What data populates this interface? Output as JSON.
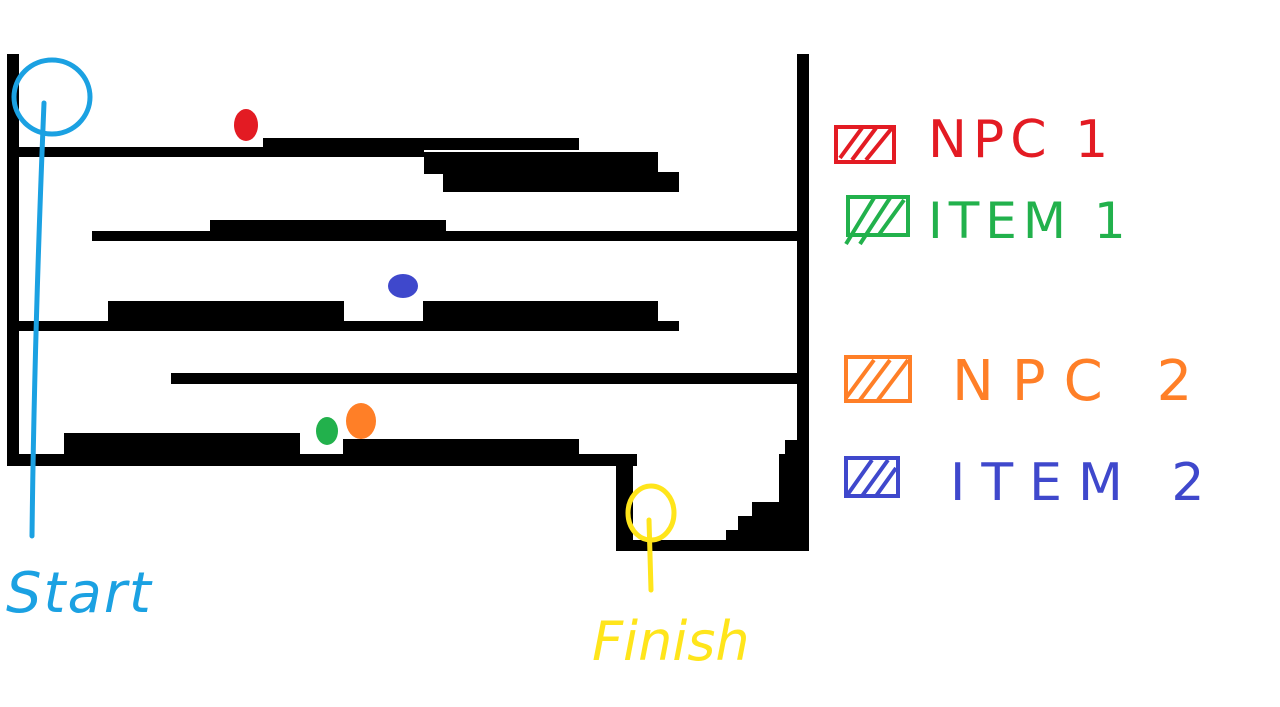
{
  "labels": {
    "start": "Start",
    "finish": "Finish"
  },
  "legend": [
    {
      "label": "NPC 1",
      "color": "#e31b23"
    },
    {
      "label": "ITEM 1",
      "color": "#22b14c"
    },
    {
      "label": "NPC 2",
      "color": "#ff7f27"
    },
    {
      "label": "ITEM 2",
      "color": "#3f48cc"
    }
  ],
  "colors": {
    "start_marker": "#1ba1e2",
    "finish_marker": "#ffe51b",
    "walls": "#000000"
  }
}
